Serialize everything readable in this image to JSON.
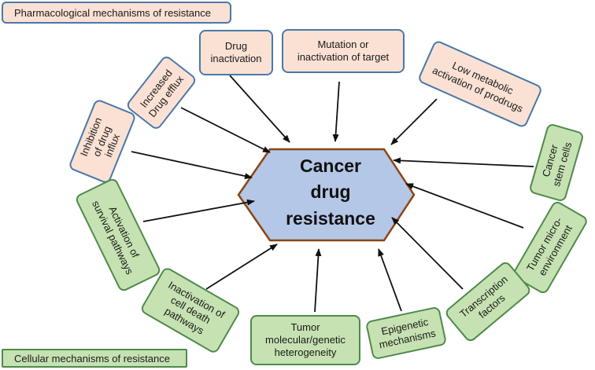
{
  "legend": {
    "pharmacological": "Pharmacological mechanisms of resistance",
    "cellular": "Cellular mechanisms of resistance"
  },
  "center": {
    "line1": "Cancer",
    "line2": "drug",
    "line3": "resistance"
  },
  "pharmacological_nodes": {
    "drug_inactivation": [
      "Drug",
      "inactivation"
    ],
    "mutation": [
      "Mutation or",
      "inactivation of target"
    ],
    "low_metabolic": [
      "Low metabolic",
      "activation of prodrugs"
    ],
    "increased_efflux": [
      "Increased",
      "Drug efflux"
    ],
    "inhibition_influx": [
      "Inhibition",
      "of drug",
      "influx"
    ]
  },
  "cellular_nodes": {
    "cancer_stem": [
      "Cancer",
      "stem cells"
    ],
    "tumor_micro": [
      "Tumor micro-",
      "environment"
    ],
    "transcription": [
      "Transcription",
      "factors"
    ],
    "epigenetic": [
      "Epigenetic",
      "mechanisms"
    ],
    "heterogeneity": [
      "Tumor",
      "molecular/genetic",
      "heterogeneity"
    ],
    "cell_death": [
      "Inactivation of",
      "cell death",
      "pathways"
    ],
    "survival": [
      "Activation of",
      "survival pathways"
    ]
  },
  "colors": {
    "pharmacological_fill": "#fbe1d4",
    "pharmacological_border": "#4a78a8",
    "cellular_fill": "#c6e2b2",
    "cellular_border": "#4f8a4a",
    "center_fill": "#b4c7e7",
    "center_border": "#8b4513"
  }
}
